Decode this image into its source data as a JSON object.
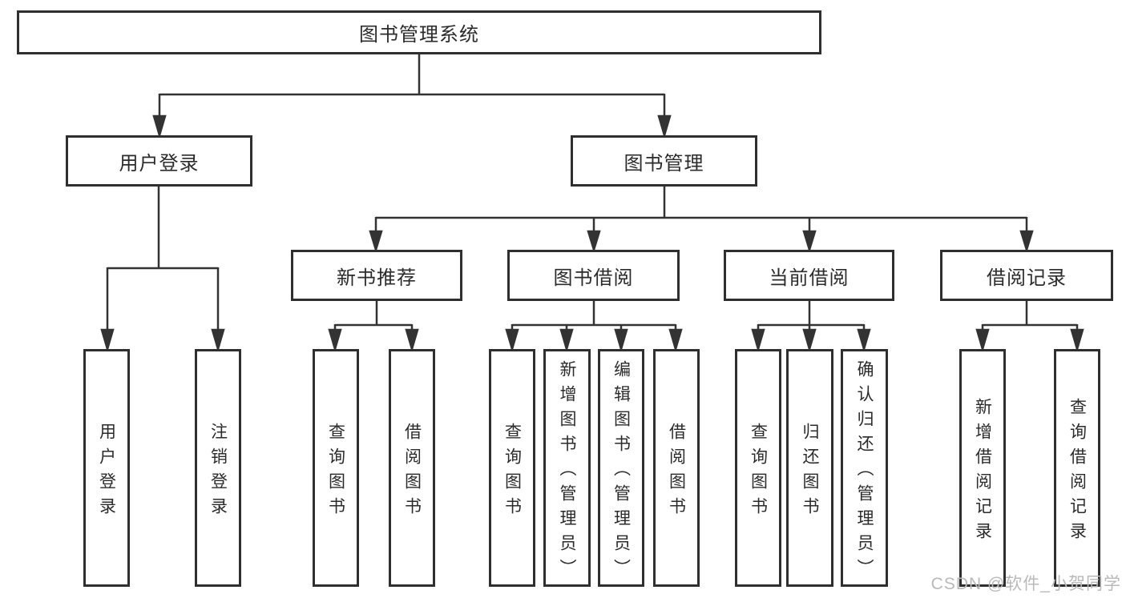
{
  "diagram": {
    "root": "图书管理系统",
    "level2": {
      "user_login": "用户登录",
      "book_management": "图书管理"
    },
    "level3": {
      "new_book_recommend": "新书推荐",
      "book_borrowing": "图书借阅",
      "current_borrowing": "当前借阅",
      "borrow_records": "借阅记录"
    },
    "leaves": {
      "user_login": "用户登录",
      "logout": "注销登录",
      "nbr_query_books": "查询图书",
      "nbr_borrow_books": "借阅图书",
      "bb_query_books": "查询图书",
      "bb_add_books": "新增图书（管理员）",
      "bb_edit_books": "编辑图书（管理员）",
      "bb_borrow_books": "借阅图书",
      "cb_query_books": "查询图书",
      "cb_return_books": "归还图书",
      "cb_confirm_return": "确认归还（管理员）",
      "br_add_record": "新增借阅记录",
      "br_query_record": "查询借阅记录"
    }
  },
  "watermark": {
    "text": "CSDN @软件_小贺同学",
    "color": "#b9b9b9"
  },
  "colors": {
    "line": "#333333",
    "box_border": "#2f2f2f",
    "text": "#2b2b2b",
    "background": "#ffffff"
  }
}
